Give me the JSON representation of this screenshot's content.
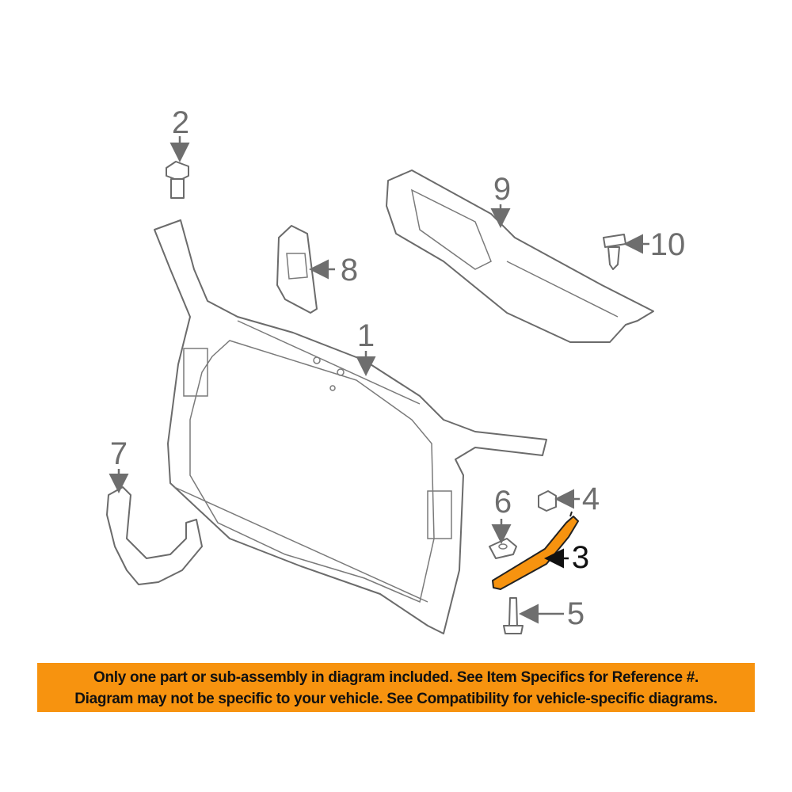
{
  "diagram": {
    "highlight_color": "#f7930f",
    "callouts": [
      {
        "id": "1",
        "label": "1"
      },
      {
        "id": "2",
        "label": "2"
      },
      {
        "id": "3",
        "label": "3"
      },
      {
        "id": "4",
        "label": "4"
      },
      {
        "id": "5",
        "label": "5"
      },
      {
        "id": "6",
        "label": "6"
      },
      {
        "id": "7",
        "label": "7"
      },
      {
        "id": "8",
        "label": "8"
      },
      {
        "id": "9",
        "label": "9"
      },
      {
        "id": "10",
        "label": "10"
      }
    ],
    "highlighted_part": "3"
  },
  "banner": {
    "line1": "Only one part or sub-assembly in diagram included. See Item Specifics for Reference #.",
    "line2": "Diagram may not be specific to your vehicle. See Compatibility for vehicle-specific diagrams.",
    "background": "#f7930f"
  }
}
